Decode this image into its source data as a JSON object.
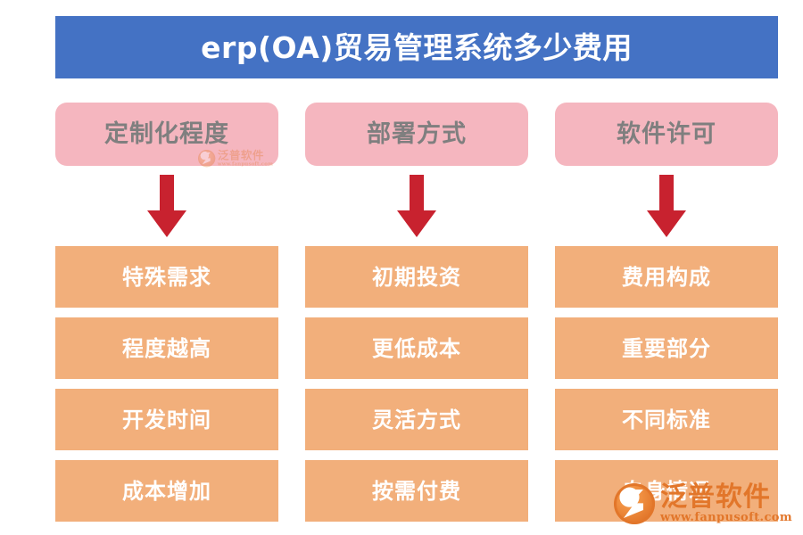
{
  "title": {
    "text": "erp(OA)贸易管理系统多少费用",
    "background_color": "#4472C4",
    "text_color": "#FFFFFF"
  },
  "colors": {
    "header_chip": "#F5B6BF",
    "header_chip_text": "#7F7F7F",
    "arrow": "#C8222F",
    "item_box": "#F2AF7B",
    "item_text": "#FFFFFF",
    "page_background": "#FFFFFF"
  },
  "columns": [
    {
      "header": "定制化程度",
      "arrow": "down-arrow",
      "items": [
        "特殊需求",
        "程度越高",
        "开发时间",
        "成本增加"
      ]
    },
    {
      "header": "部署方式",
      "arrow": "down-arrow",
      "items": [
        "初期投资",
        "更低成本",
        "灵活方式",
        "按需付费"
      ]
    },
    {
      "header": "软件许可",
      "arrow": "down-arrow",
      "items": [
        "费用构成",
        "重要部分",
        "不同标准",
        "自身情况"
      ]
    }
  ],
  "watermark": {
    "brand": "泛普软件",
    "url": "www.fanpusoft.com",
    "color": "#E2762A"
  }
}
